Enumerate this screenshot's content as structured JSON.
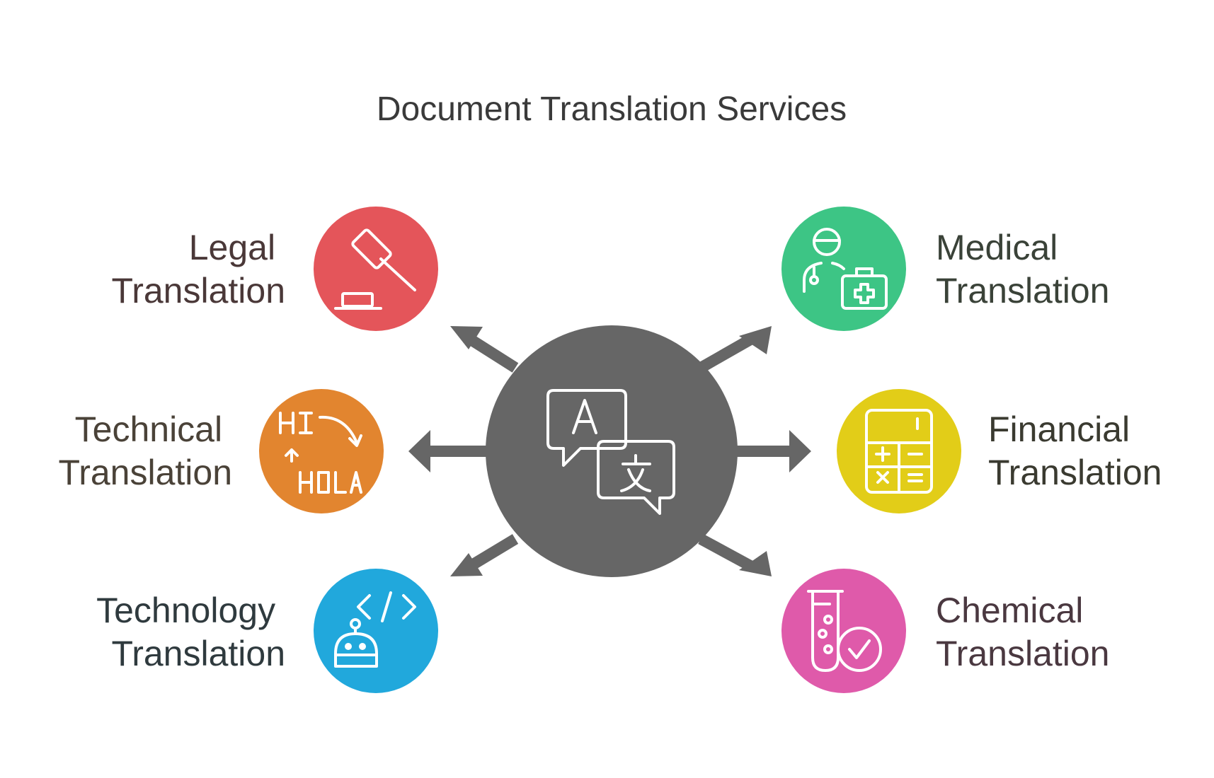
{
  "title": "Document Translation Services",
  "center": {
    "icon": "translate-speech-bubbles-icon",
    "color": "#666666"
  },
  "services": [
    {
      "id": "legal",
      "line1": "Legal",
      "line2": "Translation",
      "icon": "gavel-icon",
      "color": "#e4555a",
      "text_color": "#4a3838"
    },
    {
      "id": "medical",
      "line1": "Medical",
      "line2": "Translation",
      "icon": "doctor-medkit-icon",
      "color": "#3dc585",
      "text_color": "#3a4238"
    },
    {
      "id": "technical",
      "line1": "Technical",
      "line2": "Translation",
      "icon": "hi-hola-icon",
      "color": "#e2852f",
      "text_color": "#4a4238"
    },
    {
      "id": "financial",
      "line1": "Financial",
      "line2": "Translation",
      "icon": "calculator-icon",
      "color": "#e2cd18",
      "text_color": "#3a3a30"
    },
    {
      "id": "technology",
      "line1": "Technology",
      "line2": "Translation",
      "icon": "code-robot-icon",
      "color": "#21a8dc",
      "text_color": "#2f3a3e"
    },
    {
      "id": "chemical",
      "line1": "Chemical",
      "line2": "Translation",
      "icon": "test-tube-check-icon",
      "color": "#df5aaa",
      "text_color": "#4a3840"
    }
  ]
}
